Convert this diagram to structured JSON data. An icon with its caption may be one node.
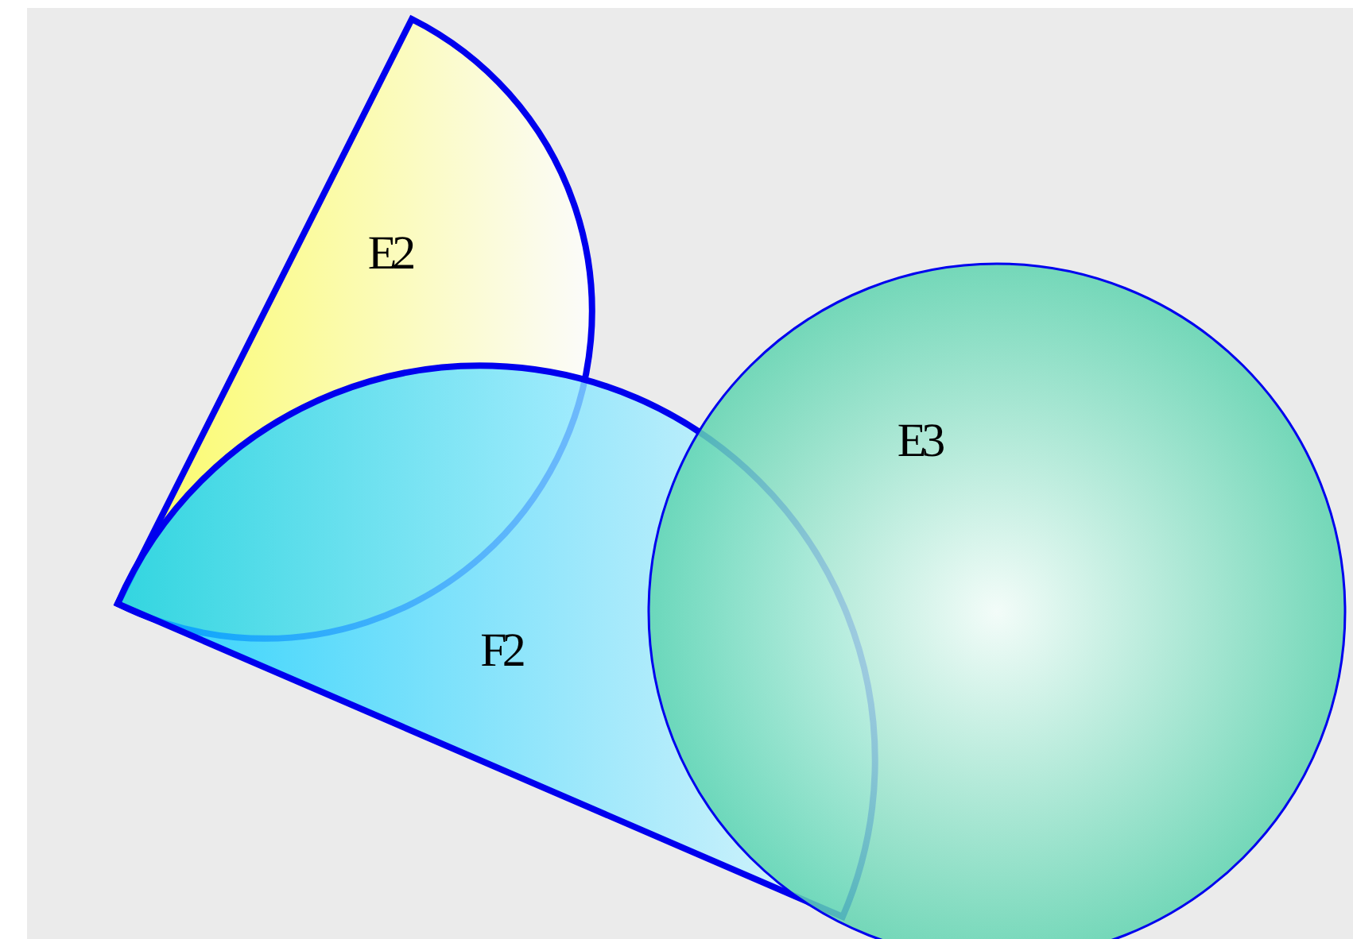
{
  "diagram": {
    "nodes": [
      {
        "text": [
          "E2"
        ]
      },
      {
        "text": [
          "F2"
        ]
      },
      {
        "text": [
          "E3"
        ]
      }
    ]
  }
}
